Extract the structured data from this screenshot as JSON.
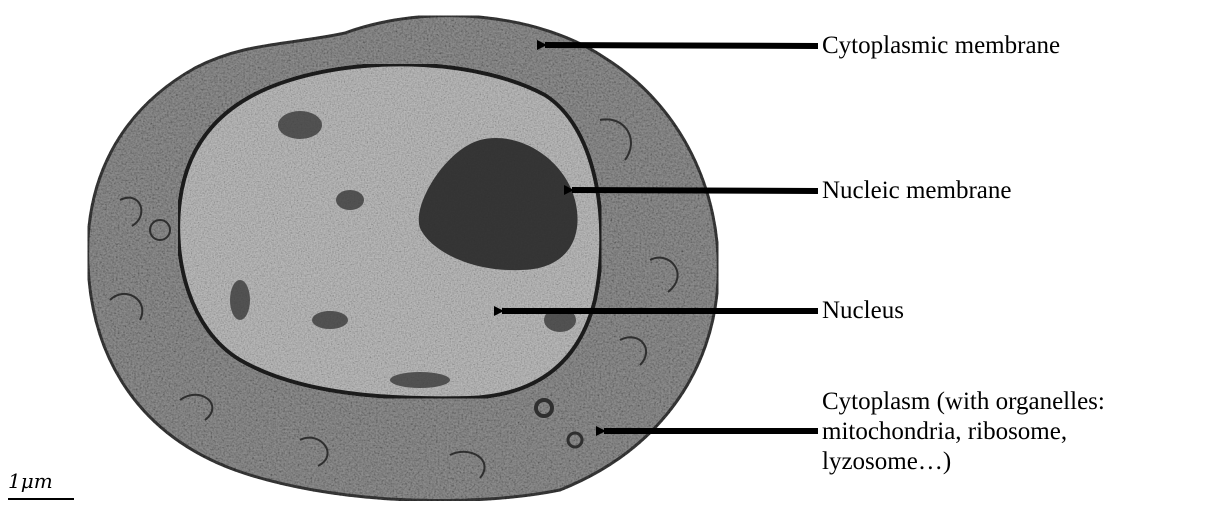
{
  "labels": {
    "cytoplasmic_membrane": "Cytoplasmic membrane",
    "nucleic_membrane": "Nucleic membrane",
    "nucleus": "Nucleus",
    "cytoplasm_line1": "Cytoplasm (with organelles:",
    "cytoplasm_line2": "mitochondria, ribosome,",
    "cytoplasm_line3": "lyzosome…)"
  },
  "scale_bar": {
    "text": "1μm"
  },
  "colors": {
    "cytoplasm": "#8f8f8f",
    "nucleus": "#b9b9b9",
    "nucleolus": "#2a2a2a",
    "arrow": "#000000"
  }
}
